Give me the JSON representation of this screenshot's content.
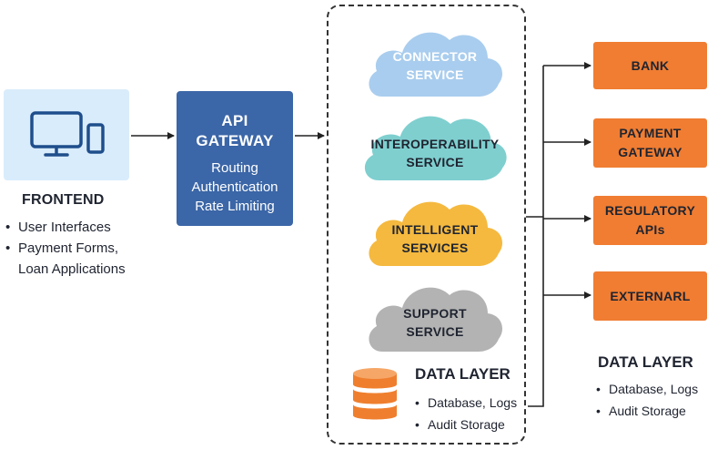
{
  "frontend": {
    "title": "FRONTEND",
    "items": [
      "User Interfaces",
      "Payment Forms,",
      "Loan Applications"
    ],
    "icon": "monitor-and-phone-icon"
  },
  "api_gateway": {
    "title_line1": "API",
    "title_line2": "GATEWAY",
    "features": [
      "Routing",
      "Authentication",
      "Rate Limiting"
    ]
  },
  "services": {
    "connector": {
      "line1": "CONNECTOR",
      "line2": "SERVICE",
      "color": "#a9cdee"
    },
    "interoperability": {
      "line1": "INTEROPERABILITY",
      "line2": "SERVICE",
      "color": "#7fcfcf"
    },
    "intelligent": {
      "line1": "INTELLIGENT",
      "line2": "SERVICES",
      "color": "#f5b93f"
    },
    "support": {
      "line1": "SUPPORT",
      "line2": "SERVICE",
      "color": "#b3b3b3"
    },
    "data_layer": {
      "title": "DATA LAYER",
      "items": [
        "Database, Logs",
        "Audit Storage"
      ],
      "icon": "database-icon"
    }
  },
  "external_systems": {
    "bank": "BANK",
    "payment_line1": "PAYMENT",
    "payment_line2": "GATEWAY",
    "regulatory_line1": "REGULATORY",
    "regulatory_line2": "APIs",
    "external": "EXTERNARL",
    "color": "#f07d32"
  },
  "data_layer": {
    "title": "DATA LAYER",
    "items": [
      "Database, Logs",
      "Audit Storage"
    ]
  }
}
